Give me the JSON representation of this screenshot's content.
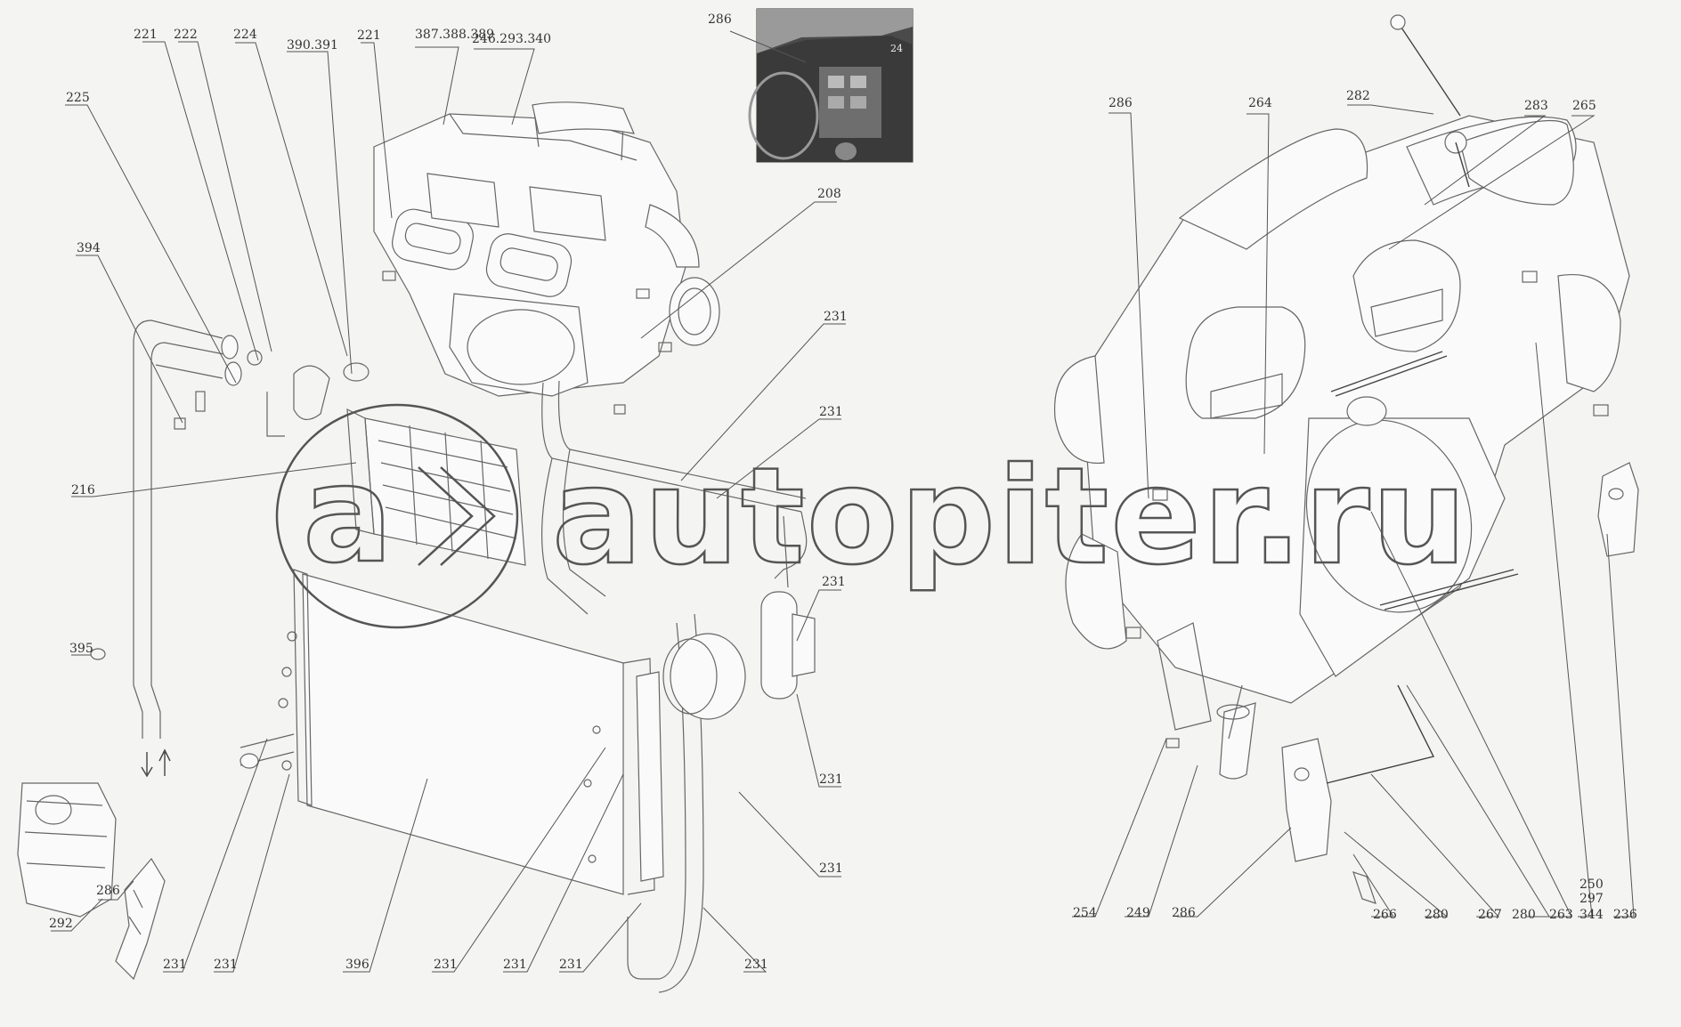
{
  "watermark": {
    "text": "autopiter.ru"
  },
  "labels": [
    {
      "id": "l221a",
      "text": "221"
    },
    {
      "id": "l222",
      "text": "222"
    },
    {
      "id": "l224",
      "text": "224"
    },
    {
      "id": "l390",
      "text": "390.391"
    },
    {
      "id": "l221b",
      "text": "221"
    },
    {
      "id": "l387",
      "text": "387.388.389"
    },
    {
      "id": "l246",
      "text": "246.293.340"
    },
    {
      "id": "l225",
      "text": "225"
    },
    {
      "id": "l394",
      "text": "394"
    },
    {
      "id": "l216",
      "text": "216"
    },
    {
      "id": "l395",
      "text": "395"
    },
    {
      "id": "l208",
      "text": "208"
    },
    {
      "id": "l231r1",
      "text": "231"
    },
    {
      "id": "l231r2",
      "text": "231"
    },
    {
      "id": "l231r3",
      "text": "231"
    },
    {
      "id": "l231r4",
      "text": "231"
    },
    {
      "id": "l231r5",
      "text": "231"
    },
    {
      "id": "l286ph",
      "text": "286"
    },
    {
      "id": "l292",
      "text": "292"
    },
    {
      "id": "l286a",
      "text": "286"
    },
    {
      "id": "l231b1",
      "text": "231"
    },
    {
      "id": "l231b2",
      "text": "231"
    },
    {
      "id": "l396",
      "text": "396"
    },
    {
      "id": "l231b3",
      "text": "231"
    },
    {
      "id": "l231b4",
      "text": "231"
    },
    {
      "id": "l231b5",
      "text": "231"
    },
    {
      "id": "l231b6",
      "text": "231"
    },
    {
      "id": "l286r",
      "text": "286"
    },
    {
      "id": "l264",
      "text": "264"
    },
    {
      "id": "l282",
      "text": "282"
    },
    {
      "id": "l283",
      "text": "283"
    },
    {
      "id": "l265",
      "text": "265"
    },
    {
      "id": "l254",
      "text": "254"
    },
    {
      "id": "l249",
      "text": "249"
    },
    {
      "id": "l286b",
      "text": "286"
    },
    {
      "id": "l266",
      "text": "266"
    },
    {
      "id": "l280a",
      "text": "280"
    },
    {
      "id": "l267",
      "text": "267"
    },
    {
      "id": "l280b",
      "text": "280"
    },
    {
      "id": "l263",
      "text": "263"
    },
    {
      "id": "l250",
      "text": "250"
    },
    {
      "id": "l297",
      "text": "297"
    },
    {
      "id": "l344",
      "text": "344"
    },
    {
      "id": "l236",
      "text": "236"
    }
  ],
  "inset": {
    "callout": "24"
  }
}
